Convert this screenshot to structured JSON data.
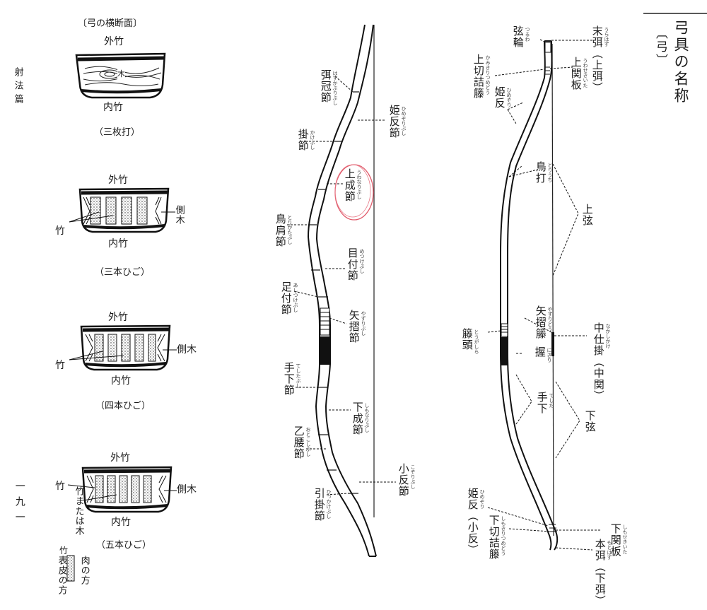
{
  "side_header": {
    "title": "弓具の名称",
    "subtitle": "〔弓〕"
  },
  "page_margin": {
    "section": "射法篇",
    "page_number": "一九一"
  },
  "cross_sections": {
    "heading": "〔弓の横断面〕",
    "outer": "外竹",
    "inner": "内竹",
    "wood": "木",
    "bamboo": "竹",
    "side_wood": "側木",
    "bamboo_or_wood": "竹または木",
    "captions": [
      "（三枚打）",
      "（三本ひご）",
      "（四本ひご）",
      "（五本ひご）"
    ],
    "legend": {
      "bamboo": "竹",
      "flesh_side": "肉の方",
      "skin_side": "表皮の方"
    }
  },
  "bow_parts": [
    {
      "label": "弭冠節",
      "ruby": "はずかぶりぶし"
    },
    {
      "label": "姫反節",
      "ruby": "ひめぞりぶし"
    },
    {
      "label": "掛節",
      "ruby": "かけぶし"
    },
    {
      "label": "上成節",
      "ruby": "うわなりぶし"
    },
    {
      "label": "鳥肩節",
      "ruby": "とりかたぶし"
    },
    {
      "label": "目付節",
      "ruby": "めつけぶし"
    },
    {
      "label": "足付節",
      "ruby": "あしつけぶし"
    },
    {
      "label": "矢摺節",
      "ruby": "やずりぶし"
    },
    {
      "label": "手下節",
      "ruby": "てしたぶし"
    },
    {
      "label": "下成節",
      "ruby": "しもなりぶし"
    },
    {
      "label": "乙腰節",
      "ruby": "おとこしぶし"
    },
    {
      "label": "小反節",
      "ruby": "こぞりぶし"
    },
    {
      "label": "引掛節",
      "ruby": "ひっかけぶし"
    }
  ],
  "strung_bow": [
    {
      "label": "弦輪",
      "ruby": "つるわ"
    },
    {
      "label": "末弭（上弭）",
      "ruby": "うらはず"
    },
    {
      "label": "上切詰籐",
      "ruby": "かみきりつめどう"
    },
    {
      "label": "上関板",
      "ruby": "うわせきいた"
    },
    {
      "label": "姫反",
      "ruby": "ひめぞり"
    },
    {
      "label": "鳥打",
      "ruby": "とりうち"
    },
    {
      "label": "上弦",
      "ruby": ""
    },
    {
      "label": "矢摺籐",
      "ruby": "やずりどう"
    },
    {
      "label": "中仕掛（中関）",
      "ruby": "なかしかけ"
    },
    {
      "label": "籐頭",
      "ruby": "とうがしら"
    },
    {
      "label": "握",
      "ruby": "にぎり"
    },
    {
      "label": "手下",
      "ruby": "てした"
    },
    {
      "label": "下弦",
      "ruby": ""
    },
    {
      "label": "姫反（小反）",
      "ruby": "ひめぞり"
    },
    {
      "label": "下切詰籐",
      "ruby": "しもきりつめどう"
    },
    {
      "label": "下関板",
      "ruby": "しもせきいた"
    },
    {
      "label": "本弭（下弭）",
      "ruby": "もとはず"
    }
  ]
}
